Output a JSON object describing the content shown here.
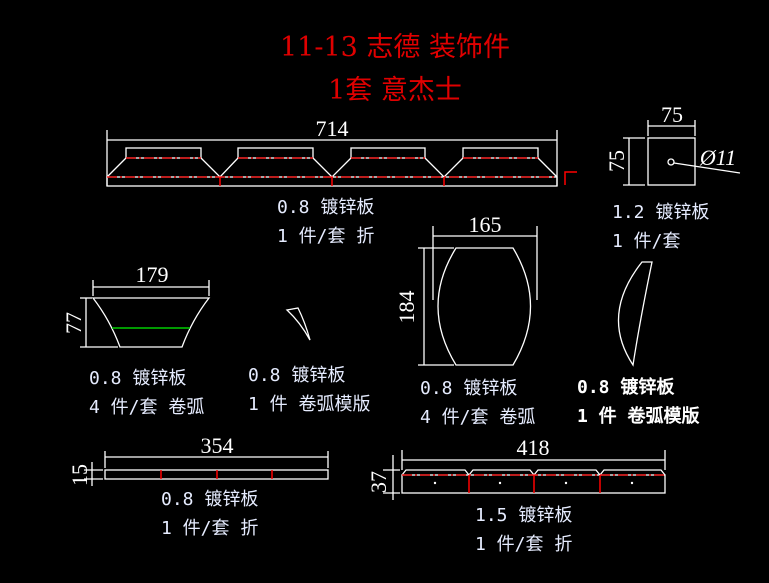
{
  "title": {
    "line1": "11-13 志德 装饰件",
    "line2": "1套 意杰士"
  },
  "colors": {
    "background": "#000000",
    "title": "#e00000",
    "lines": "#ffffff",
    "centerline": "#ff0000",
    "highlight": "#00cc00"
  },
  "parts": [
    {
      "id": "long-folded-panel",
      "dims": [
        "714"
      ],
      "material": "0.8 镀锌板",
      "qty": "1 件/套 折"
    },
    {
      "id": "square-plate",
      "dims": [
        "75",
        "75",
        "Ø11"
      ],
      "material": "1.2 镀锌板",
      "qty": "1 件/套"
    },
    {
      "id": "bowl-panel",
      "dims": [
        "179",
        "77"
      ],
      "material": "0.8 镀锌板",
      "qty": "4 件/套 卷弧"
    },
    {
      "id": "small-template",
      "dims": [],
      "material": "0.8 镀锌板",
      "qty": "1 件 卷弧模版"
    },
    {
      "id": "barrel-panel",
      "dims": [
        "165",
        "184"
      ],
      "material": "0.8 镀锌板",
      "qty": "4 件/套 卷弧"
    },
    {
      "id": "arc-template",
      "dims": [],
      "material": "0.8 镀锌板",
      "qty": "1 件 卷弧模版"
    },
    {
      "id": "strip-354",
      "dims": [
        "354",
        "15"
      ],
      "material": "0.8 镀锌板",
      "qty": "1 件/套 折"
    },
    {
      "id": "strip-418",
      "dims": [
        "418",
        "37"
      ],
      "material": "1.5 镀锌板",
      "qty": "1 件/套 折"
    }
  ]
}
